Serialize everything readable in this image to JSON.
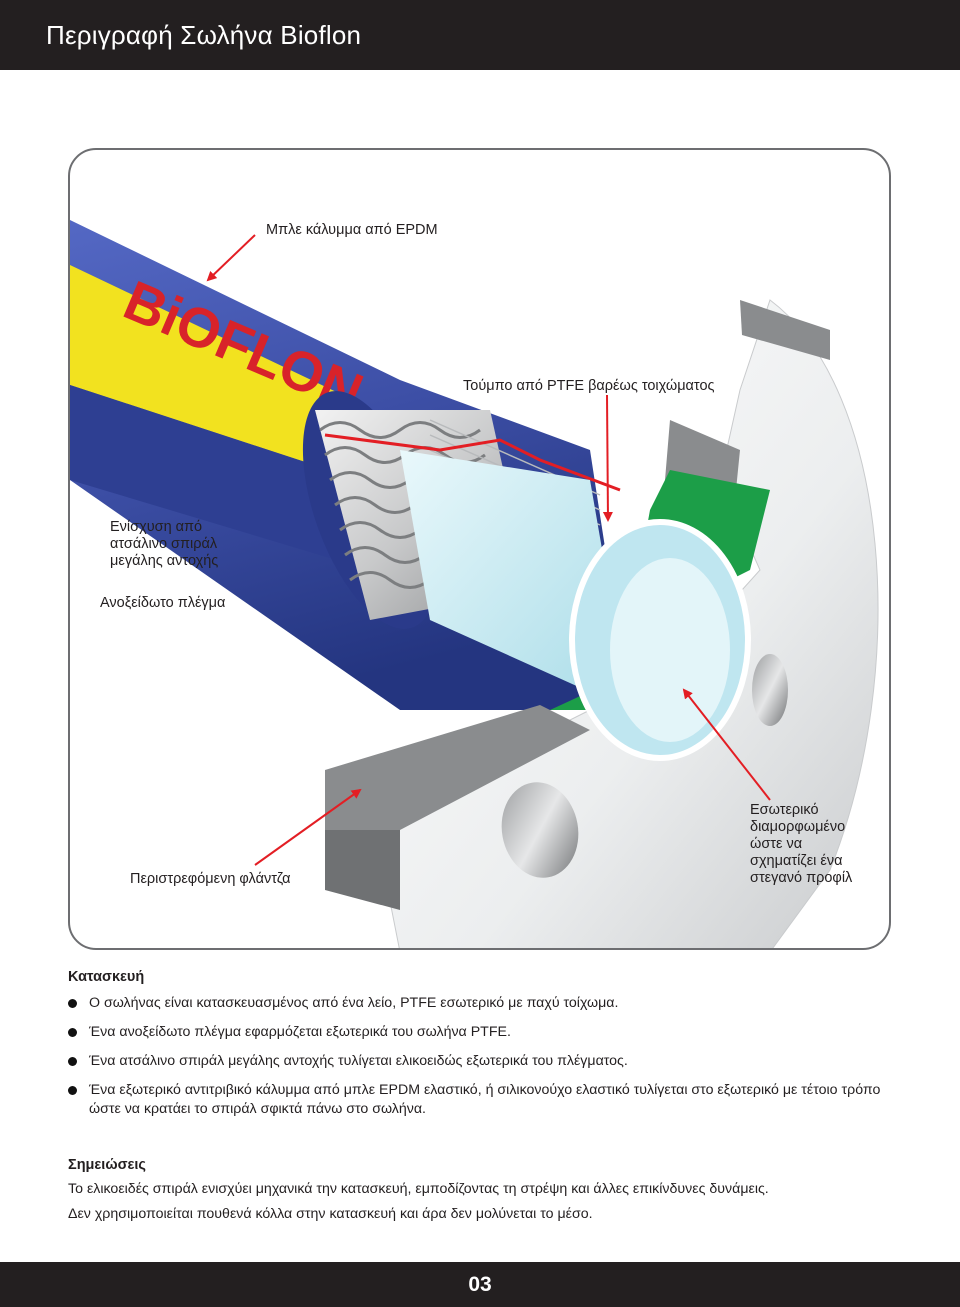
{
  "header": {
    "title": "Περιγραφή Σωλήνα Bioflon"
  },
  "figure": {
    "logo_text": "BiOFLON",
    "callouts": {
      "cover": "Μπλε κάλυμμα από EPDM",
      "ptfe_tube": "Τούμπο από PTFE βαρέως τοιχώματος",
      "spiral_line1": "Ενίσχυση από",
      "spiral_line2": "ατσάλινο σπιράλ",
      "spiral_line3": "μεγάλης αντοχής",
      "braid": "Ανοξείδωτο πλέγμα",
      "flange": "Περιστρεφόμενη φλάντζα",
      "profile_line1": "Εσωτερικό",
      "profile_line2": "διαμορφωμένο",
      "profile_line3": "ώστε να",
      "profile_line4": "σχηματίζει ένα",
      "profile_line5": "στεγανό προφίλ"
    },
    "colors": {
      "cover_blue": "#3d4fa6",
      "stripe_yellow": "#f2e21f",
      "logo_red": "#d8232a",
      "seal_green": "#1c9e48",
      "ptfe_lightblue": "#cfeef5",
      "steel": "#8a8c8e",
      "arrow_red": "#e31e24"
    }
  },
  "construction": {
    "heading": "Κατασκευή",
    "items": [
      "Ο σωλήνας είναι κατασκευασμένος από ένα λείο, PTFE εσωτερικό με παχύ τοίχωμα.",
      "Ένα ανοξείδωτο πλέγμα εφαρμόζεται εξωτερικά του σωλήνα PTFE.",
      "Ένα ατσάλινο σπιράλ μεγάλης αντοχής τυλίγεται ελικοειδώς εξωτερικά του πλέγματος.",
      "Ένα εξωτερικό αντιτριβικό κάλυμμα από μπλε EPDM ελαστικό, ή σιλικονούχο ελαστικό τυλίγεται στο εξωτερικό με τέτοιο τρόπο ώστε να κρατάει το σπιράλ σφικτά πάνω στο σωλήνα."
    ]
  },
  "notes": {
    "heading": "Σημειώσεις",
    "lines": [
      "Το ελικοειδές σπιράλ ενισχύει μηχανικά την κατασκευή, εμποδίζοντας τη στρέψη και άλλες επικίνδυνες δυνάμεις.",
      "Δεν χρησιμοποιείται πουθενά κόλλα στην κατασκευή και άρα δεν μολύνεται το μέσο."
    ]
  },
  "footer": {
    "page_number": "03"
  }
}
